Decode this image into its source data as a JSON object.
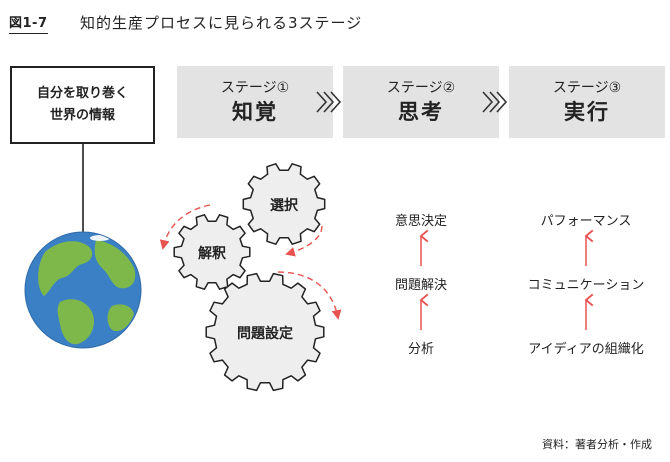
{
  "header": {
    "figure_label": "図1-7",
    "title": "知的生産プロセスに見られる3ステージ"
  },
  "info_box": {
    "line1": "自分を取り巻く",
    "line2": "世界の情報"
  },
  "stages": [
    {
      "number": "ステージ①",
      "name": "知覚"
    },
    {
      "number": "ステージ②",
      "name": "思考"
    },
    {
      "number": "ステージ③",
      "name": "実行"
    }
  ],
  "gears": {
    "select": "選択",
    "interpret": "解釈",
    "problem": "問題設定"
  },
  "thinking_flow": [
    "分析",
    "問題解決",
    "意思決定"
  ],
  "action_flow": [
    "アイディアの組織化",
    "コミュニケーション",
    "パフォーマンス"
  ],
  "source": "資料：著者分析・作成",
  "colors": {
    "arrow_red": "#e8534f",
    "stage_bg": "#e3e3e3",
    "gear_fill": "#eeeeee",
    "ocean": "#3b80c4",
    "land": "#7fb84a"
  },
  "icons": {
    "chevrons": "chevron-right-icon",
    "globe": "globe-icon",
    "gear": "gear-icon"
  }
}
